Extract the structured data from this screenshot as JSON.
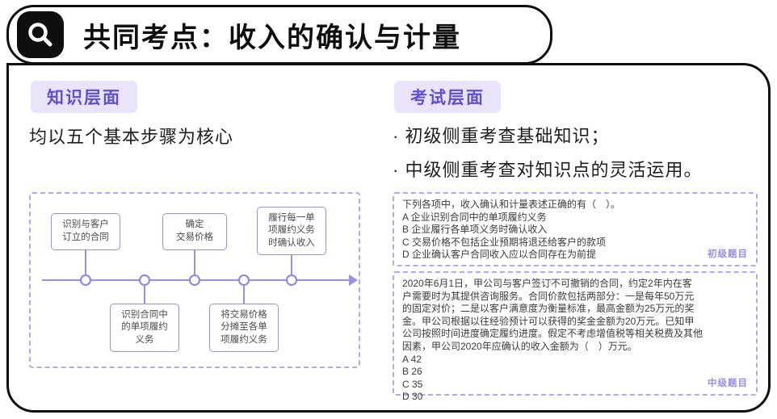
{
  "colors": {
    "accent_purple": "#6a5ae0",
    "light_purple_border": "#b3a6f2",
    "badge_bg": "#e9e4fa",
    "outline_black": "#0f0f0f"
  },
  "header": {
    "title": "共同考点：收入的确认与计量",
    "icon": "magnifier-icon"
  },
  "left": {
    "badge": "知识层面",
    "lead": "均以五个基本步骤为核心",
    "flow": {
      "top_boxes": [
        "识别与客户\n订立的合同",
        "确定\n交易价格",
        "履行每一单\n项履约义务\n时确认收入"
      ],
      "bottom_boxes": [
        "识别合同中\n的单项履约\n义务",
        "将交易价格\n分摊至各单\n项履约义务"
      ]
    }
  },
  "right": {
    "badge": "考试层面",
    "bullets": [
      "· 初级侧重考查基础知识；",
      "· 中级侧重考查对知识点的灵活运用。"
    ],
    "questions": [
      {
        "text": "下列各项中，收入确认和计量表述正确的有（　）。\nA 企业识别合同中的单项履约义务\nB 企业履行各单项义务时确认收入\nC 交易价格不包括企业预期将退还给客户的款项\nD 企业确认客户合同收入应以合同存在为前提",
        "tag": "初级题目"
      },
      {
        "text": "2020年6月1日，甲公司与客户签订不可撤销的合同，约定2年内在客\n户需要时为其提供咨询服务。合同价款包括两部分：一是每年50万元\n的固定对价；二是以客户满意度为衡量标准，最高金额为25万元的奖\n金。甲公司根据以往经验预计可以获得的奖金金额为20万元。已知甲\n公司按照时间进度确定履约进度。假定不考虑增值税等相关税费及其他\n因素，甲公司2020年应确认的收入金额为（　）万元。\nA 42\nB 26\nC 35\nD 30",
        "tag": "中级题目"
      }
    ]
  }
}
